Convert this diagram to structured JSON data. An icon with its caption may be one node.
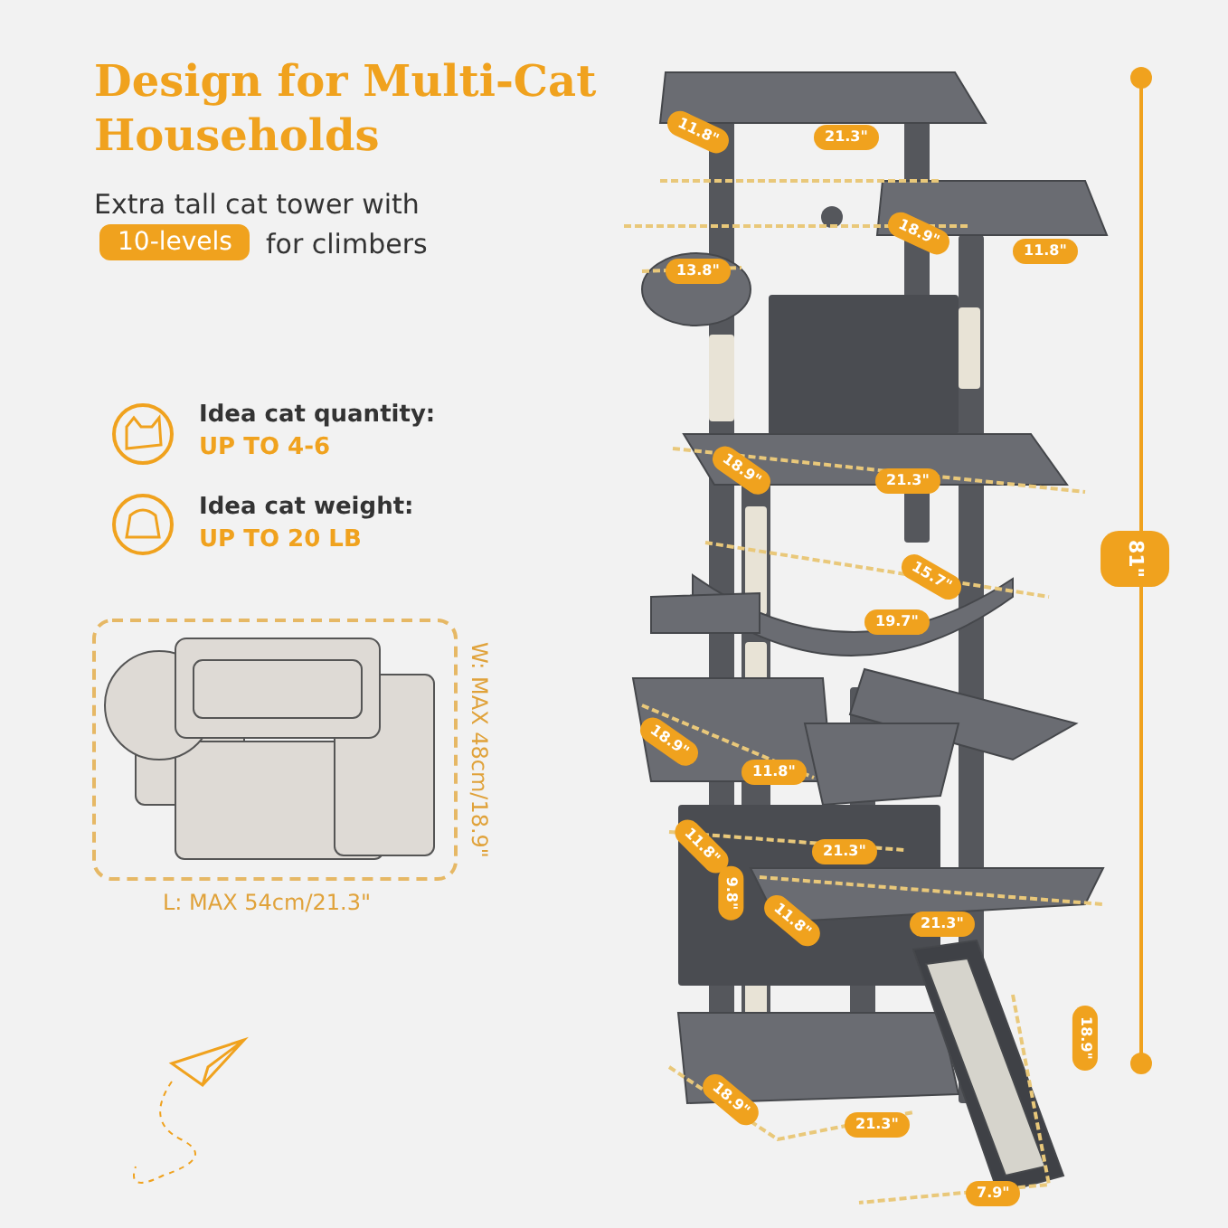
{
  "diagram": {
    "title": "Design for Multi-Cat Households",
    "labels": [
      "Extra tall cat tower with",
      "10-levels",
      "for climbers",
      "Idea cat quantity:",
      "UP TO 4-6",
      "Idea cat weight:",
      "UP TO 20 LB",
      "11.8\"",
      "21.3\"",
      "18.9\"",
      "11.8\"",
      "13.8\"",
      "18.9\"",
      "21.3\"",
      "81\"",
      "15.7\"",
      "19.7\"",
      "18.9\"",
      "11.8\"",
      "11.8\"",
      "21.3\"",
      "9.8\"",
      "11.8\"",
      "21.3\"",
      "18.9\"",
      "18.9\"",
      "21.3\"",
      "7.9\"",
      "W: MAX 48cm/18.9\"",
      "L: MAX 54cm/21.3\""
    ]
  }
}
